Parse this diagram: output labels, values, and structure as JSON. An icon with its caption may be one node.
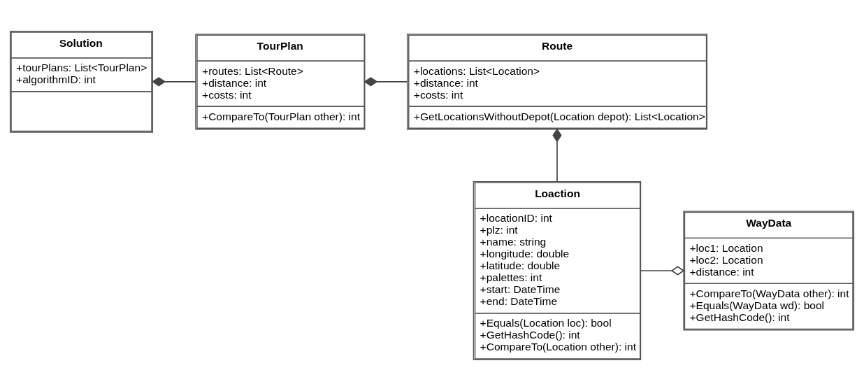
{
  "diagram": {
    "nodes": [
      {
        "text": [
          "Solution",
          "+tourPlans: List<TourPlan> +algorithmID: int"
        ]
      },
      {
        "text": [
          "TourPlan",
          "+routes: List<Route> +distance: int +costs: int",
          "+CompareTo(TourPlan other): int"
        ]
      },
      {
        "text": [
          "Route",
          "+locations: List<Location> +distance: int +costs: int",
          "+GetLocationsWithoutDepot(Location depot): List<Location>"
        ]
      },
      {
        "text": [
          "Loaction",
          "+locationID: int +plz: int +name: string +longitude: double +latitude: double +palettes: int +start: DateTime +end: DateTime",
          "+Equals(Location loc): bool +GetHashCode(): int +CompareTo(Location other): int"
        ]
      },
      {
        "text": [
          "WayData",
          "+loc1: Location +loc2: Location +distance: int",
          "+CompareTo(WayData other): int +Equals(WayData wd): bool +GetHashCode(): int"
        ]
      }
    ],
    "edges": [
      {
        "from": 0,
        "to": 1,
        "arrow": "other"
      },
      {
        "from": 1,
        "to": 2,
        "arrow": "other"
      },
      {
        "from": 2,
        "to": 3,
        "arrow": "other"
      },
      {
        "from": 3,
        "to": 4,
        "arrow": "other"
      }
    ]
  }
}
